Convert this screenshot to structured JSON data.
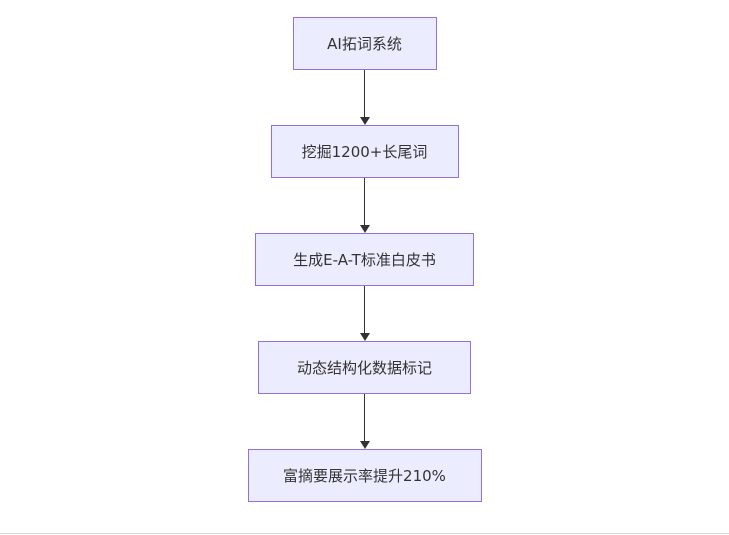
{
  "diagram": {
    "type": "flowchart-top-down",
    "colors": {
      "node_fill": "#ECECFF",
      "node_border": "#9370DB",
      "node_text": "#333333",
      "arrow": "#333333",
      "background": "#ffffff"
    },
    "nodes": [
      {
        "id": "step-1",
        "label": "AI拓词系统"
      },
      {
        "id": "step-2",
        "label": "挖掘1200+长尾词"
      },
      {
        "id": "step-3",
        "label": "生成E-A-T标准白皮书"
      },
      {
        "id": "step-4",
        "label": "动态结构化数据标记"
      },
      {
        "id": "step-5",
        "label": "富摘要展示率提升210%"
      }
    ],
    "edges": [
      {
        "from": "step-1",
        "to": "step-2"
      },
      {
        "from": "step-2",
        "to": "step-3"
      },
      {
        "from": "step-3",
        "to": "step-4"
      },
      {
        "from": "step-4",
        "to": "step-5"
      }
    ]
  }
}
